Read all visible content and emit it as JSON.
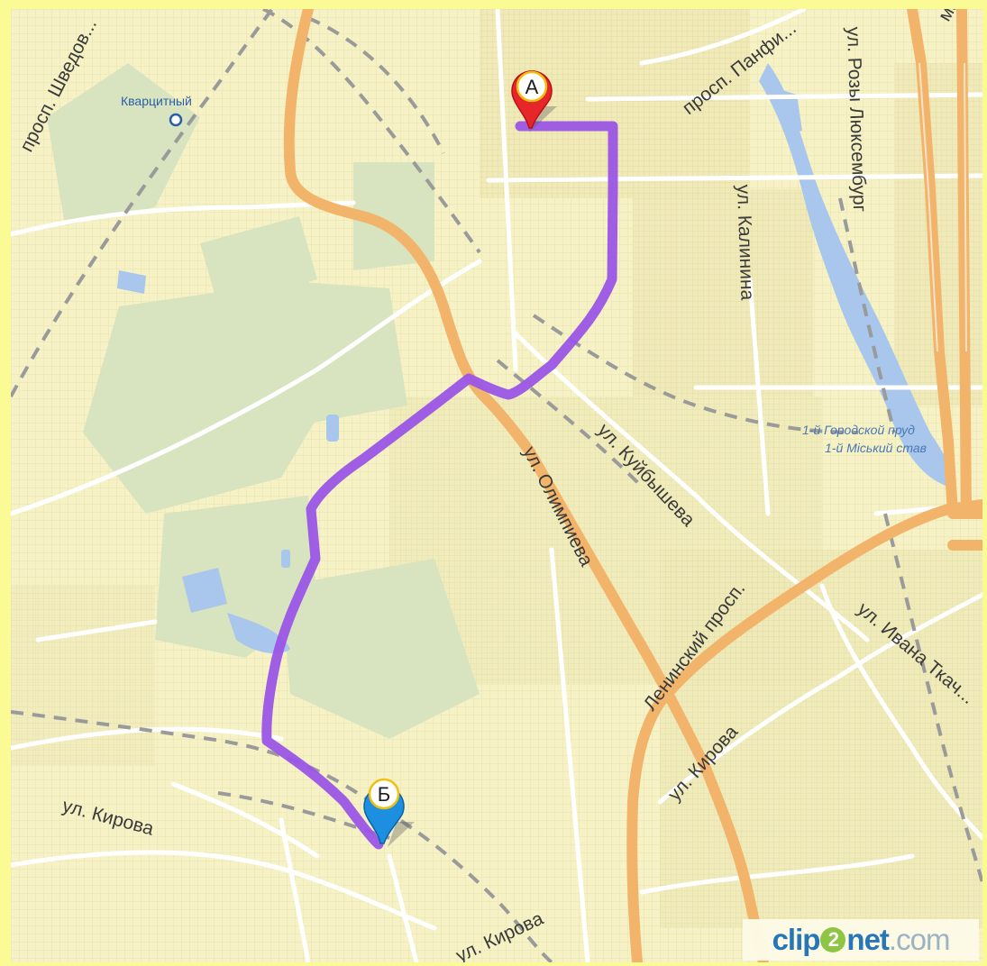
{
  "map": {
    "streets": {
      "shvedova": "просп. Шведов...",
      "panfilova": "просп. Панфи...",
      "rozy_luxemburg": "ул. Розы Люксембург",
      "kalinina": "ул. Калинина",
      "kuybysheva": "ул. Куйбышева",
      "olimpieva": "ул. Олимпиева",
      "leninsky": "Ленинский просп.",
      "ivana_tkacha": "ул. Ивана Ткач...",
      "kirova_left": "ул. Кирова",
      "kirova_right": "ул. Кирова",
      "kirova_bottom": "ул. Кирова",
      "top_right_fragment": "ма"
    },
    "stations": {
      "kvartsitny": "Кварцитный"
    },
    "water": {
      "pond_ru": "1-й Городской пруд",
      "pond_ua": "1-й Міський став"
    },
    "markers": {
      "start": "А",
      "end": "Б"
    },
    "colors": {
      "route": "#9a55e6",
      "major_road": "#f1b469",
      "minor_road": "#ffffff",
      "water": "#a8c6ec",
      "park": "#d6e3bd",
      "railway": "#8e8e8e",
      "start_marker": "#e7262a",
      "end_marker": "#1c8fe1"
    }
  },
  "watermark": {
    "part1": "clip",
    "part2": "2",
    "part3": "net",
    "part4": ".com"
  }
}
